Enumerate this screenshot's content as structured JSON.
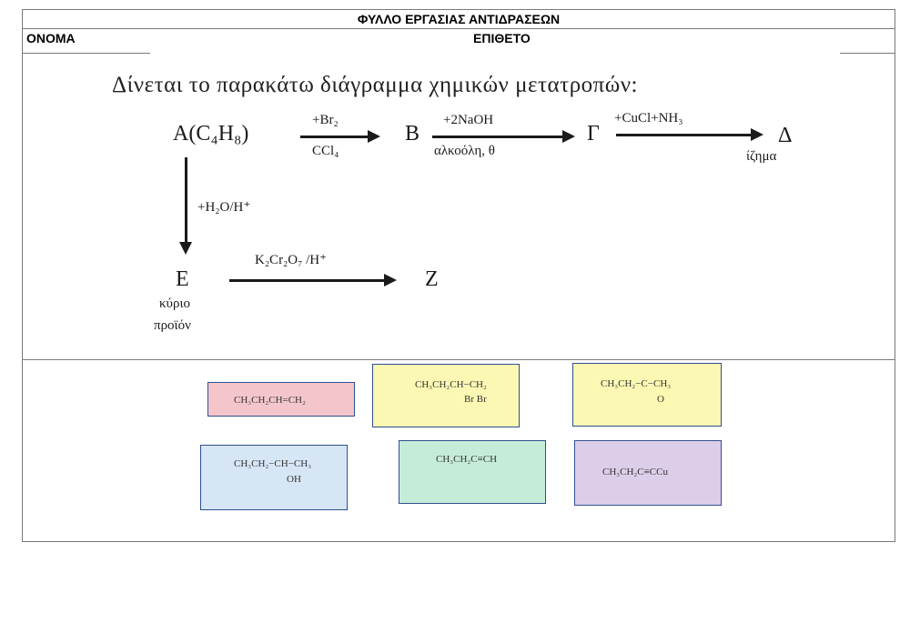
{
  "worksheet": {
    "title": "ΦΥΛΛΟ ΕΡΓΑΣΙΑΣ ΑΝΤΙΔΡΑΣΕΩΝ",
    "name_label": "ΟΝΟΜΑ",
    "surname_label": "ΕΠΙΘΕΤΟ"
  },
  "diagram": {
    "instruction": "Δίνεται το παρακάτω διάγραμμα χημικών μετατροπών:",
    "compound_A": "A(C₄H₈)",
    "compound_B": "B",
    "compound_G": "Γ",
    "compound_D": "Δ",
    "compound_E": "E",
    "compound_Z": "Z",
    "label_D_note": "ίζημα",
    "label_E_note_1": "κύριο",
    "label_E_note_2": "προϊόν",
    "arrow_AB_top": "+Br₂",
    "arrow_AB_bottom": "CCl₄",
    "arrow_BG_top": "+2NaOH",
    "arrow_BG_bottom": "αλκοόλη, θ",
    "arrow_GD_top": "+CuCl+NH₃",
    "arrow_AE_side": "+H₂O/H⁺",
    "arrow_EZ_top": "K₂Cr₂O₇ /H⁺"
  },
  "options": {
    "card_1": {
      "formula": "CH₃CH₂CH=CH₂",
      "color": "#f4c6cc"
    },
    "card_2": {
      "formula": "CH₃CH₂CH−CH₂",
      "sub": "Br   Br",
      "color": "#fbf8b3"
    },
    "card_3": {
      "formula": "CH₃CH₂−C−CH₃",
      "sub": "O",
      "color": "#fbf8b3"
    },
    "card_4": {
      "formula": "CH₃CH₂−CH−CH₃",
      "sub": "OH",
      "color": "#d6e6f5"
    },
    "card_5": {
      "formula": "CH₃CH₂C≡CH",
      "color": "#c5ecd9"
    },
    "card_6": {
      "formula": "CH₃CH₂C≡CCu",
      "color": "#dccde9"
    }
  }
}
